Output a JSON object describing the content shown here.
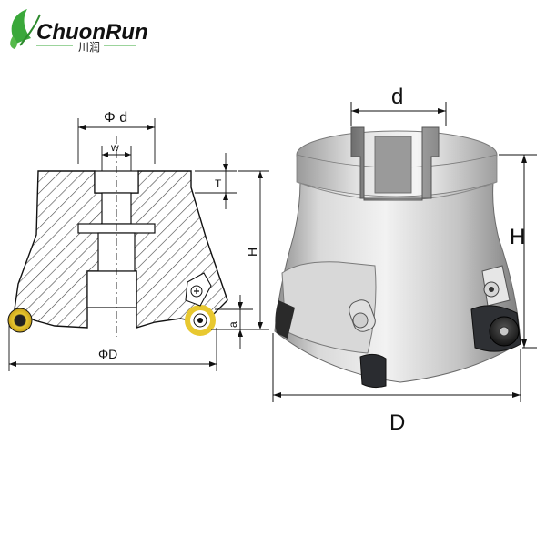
{
  "brand": {
    "name": "ChuonRun",
    "chinese": "川润",
    "green": "#3aa83a"
  },
  "schematic": {
    "labels": {
      "bore": "Φ d",
      "key_width": "w",
      "key_depth": "T",
      "height": "H",
      "insert_offset": "a",
      "diameter": "ΦD"
    }
  },
  "photo": {
    "labels": {
      "bore": "d",
      "height": "H",
      "diameter": "D"
    }
  },
  "colors": {
    "line": "#111111",
    "hatch": "#444444",
    "insert_gold": "#e8c830",
    "steel_light": "#e6e6e6",
    "steel_mid": "#bdbdbd",
    "steel_dark": "#7a7a7a",
    "insert_black": "#222428"
  }
}
